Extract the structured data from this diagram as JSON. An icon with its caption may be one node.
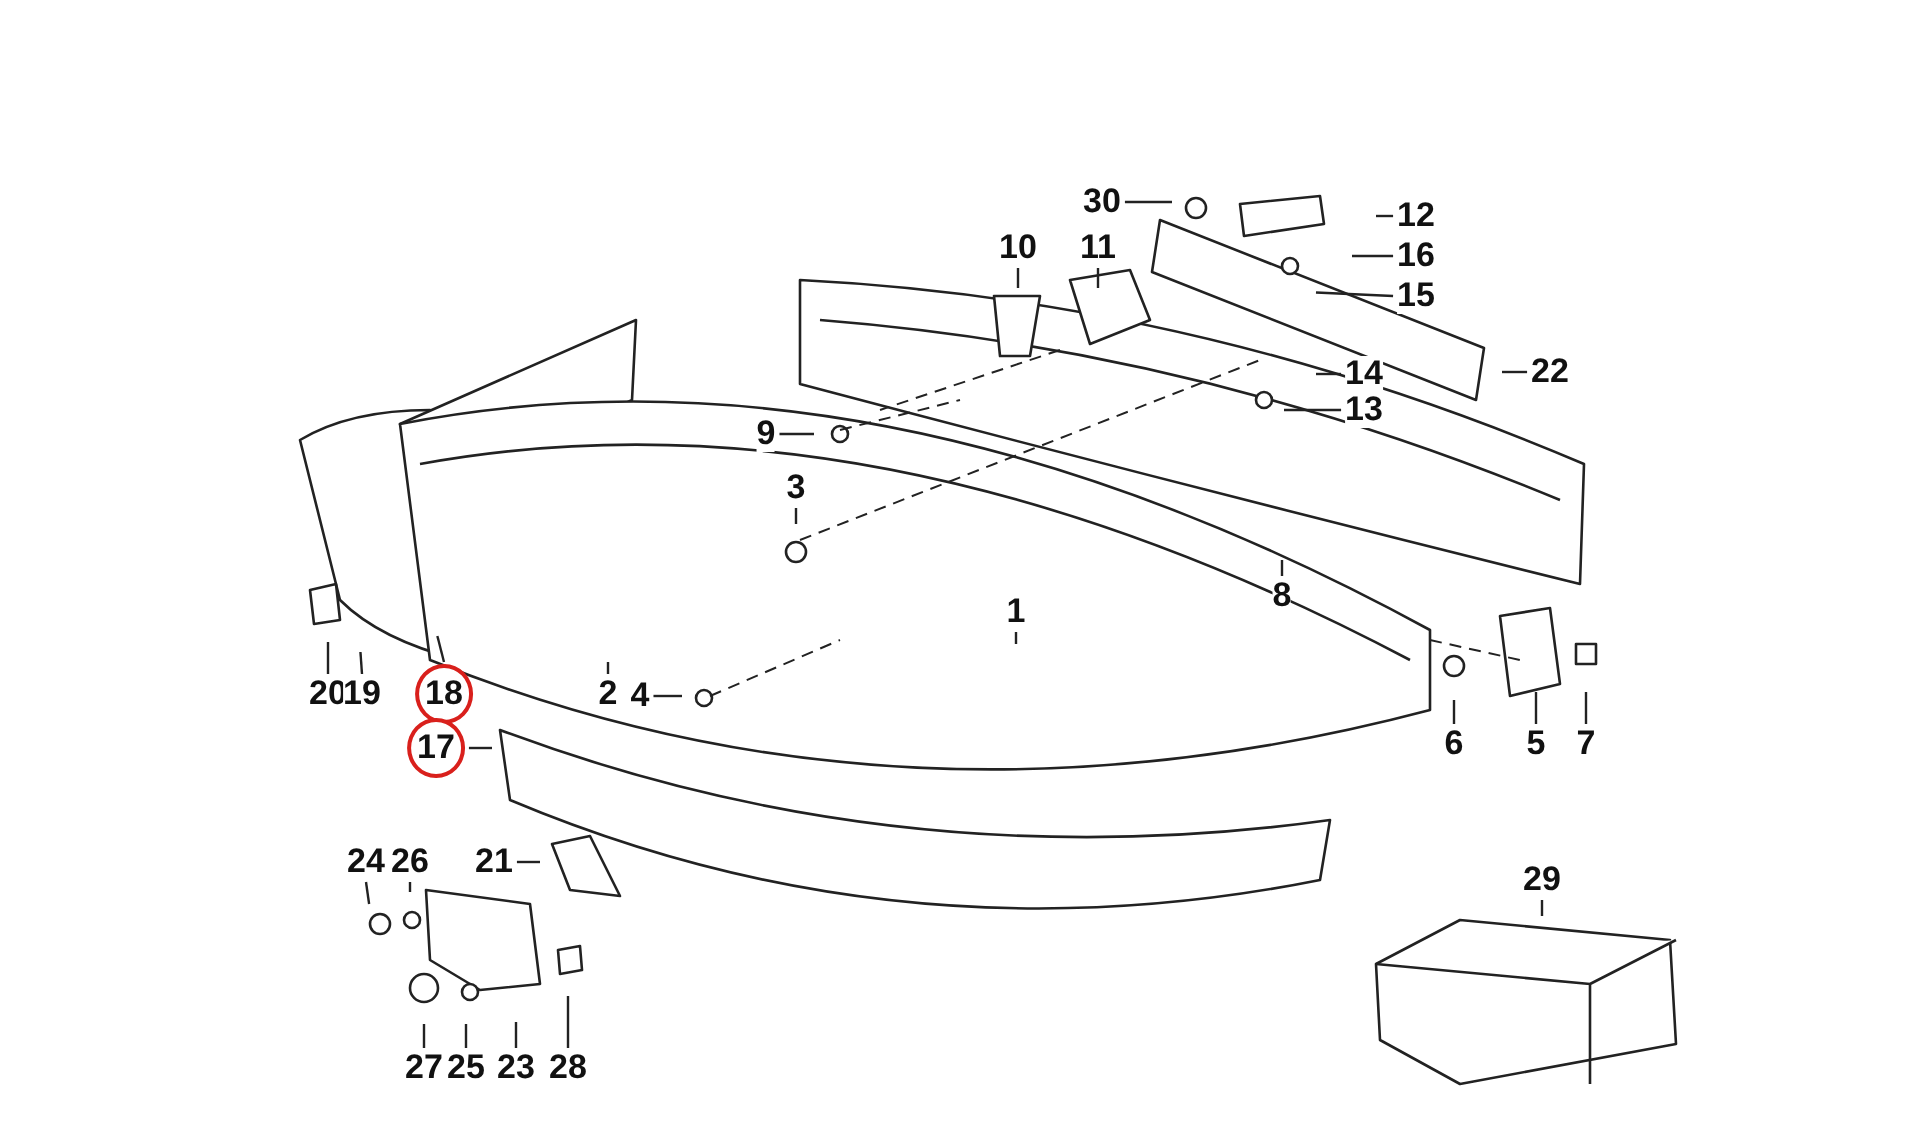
{
  "diagram": {
    "nodes": [
      {
        "text": [
          "30"
        ]
      },
      {
        "text": [
          "12"
        ]
      },
      {
        "text": [
          "10"
        ]
      },
      {
        "text": [
          "11"
        ]
      },
      {
        "text": [
          "16"
        ]
      },
      {
        "text": [
          "15"
        ]
      },
      {
        "text": [
          "22"
        ]
      },
      {
        "text": [
          "14"
        ]
      },
      {
        "text": [
          "13"
        ]
      },
      {
        "text": [
          "9"
        ]
      },
      {
        "text": [
          "3"
        ]
      },
      {
        "text": [
          "8"
        ]
      },
      {
        "text": [
          "1"
        ]
      },
      {
        "text": [
          "20"
        ]
      },
      {
        "text": [
          "19"
        ]
      },
      {
        "text": [
          "18"
        ]
      },
      {
        "text": [
          "2"
        ]
      },
      {
        "text": [
          "4"
        ]
      },
      {
        "text": [
          "6"
        ]
      },
      {
        "text": [
          "5"
        ]
      },
      {
        "text": [
          "7"
        ]
      },
      {
        "text": [
          "17"
        ]
      },
      {
        "text": [
          "24"
        ]
      },
      {
        "text": [
          "26"
        ]
      },
      {
        "text": [
          "21"
        ]
      },
      {
        "text": [
          "29"
        ]
      },
      {
        "text": [
          "27"
        ]
      },
      {
        "text": [
          "25"
        ]
      },
      {
        "text": [
          "23"
        ]
      },
      {
        "text": [
          "28"
        ]
      }
    ],
    "edges": [
      {
        "from": 0,
        "to": null,
        "arrow": "none"
      },
      {
        "from": 1,
        "to": null,
        "arrow": "none"
      },
      {
        "from": 2,
        "to": null,
        "arrow": "none"
      },
      {
        "from": 3,
        "to": null,
        "arrow": "none"
      },
      {
        "from": 4,
        "to": null,
        "arrow": "none"
      },
      {
        "from": 5,
        "to": null,
        "arrow": "none"
      },
      {
        "from": 6,
        "to": null,
        "arrow": "none"
      },
      {
        "from": 7,
        "to": null,
        "arrow": "none"
      },
      {
        "from": 8,
        "to": null,
        "arrow": "none"
      },
      {
        "from": 9,
        "to": null,
        "arrow": "none"
      },
      {
        "from": 10,
        "to": null,
        "arrow": "none"
      },
      {
        "from": 11,
        "to": null,
        "arrow": "none"
      },
      {
        "from": 12,
        "to": null,
        "arrow": "none"
      },
      {
        "from": 13,
        "to": null,
        "arrow": "none"
      },
      {
        "from": 14,
        "to": null,
        "arrow": "none"
      },
      {
        "from": 15,
        "to": null,
        "arrow": "none"
      },
      {
        "from": 16,
        "to": null,
        "arrow": "none"
      },
      {
        "from": 17,
        "to": null,
        "arrow": "none"
      },
      {
        "from": 18,
        "to": null,
        "arrow": "none"
      },
      {
        "from": 19,
        "to": null,
        "arrow": "none"
      },
      {
        "from": 20,
        "to": null,
        "arrow": "none"
      },
      {
        "from": 21,
        "to": null,
        "arrow": "none"
      },
      {
        "from": 22,
        "to": null,
        "arrow": "none"
      },
      {
        "from": 23,
        "to": null,
        "arrow": "none"
      },
      {
        "from": 24,
        "to": null,
        "arrow": "none"
      },
      {
        "from": 25,
        "to": null,
        "arrow": "none"
      },
      {
        "from": 26,
        "to": null,
        "arrow": "none"
      },
      {
        "from": 27,
        "to": null,
        "arrow": "none"
      },
      {
        "from": 28,
        "to": null,
        "arrow": "none"
      },
      {
        "from": 29,
        "to": null,
        "arrow": "none"
      }
    ]
  }
}
